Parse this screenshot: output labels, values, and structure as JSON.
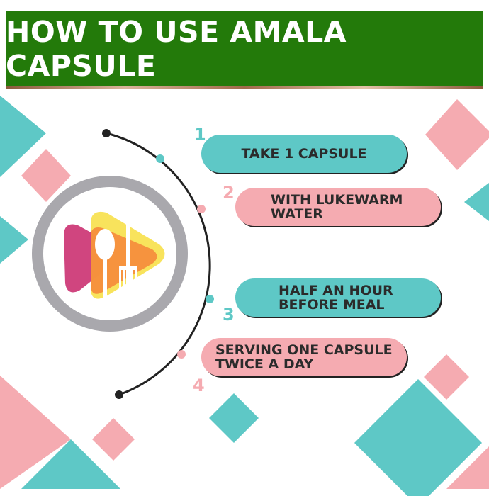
{
  "title": "HOW TO USE AMALA CAPSULE",
  "steps": [
    {
      "number": "1",
      "text": "TAKE 1 CAPSULE"
    },
    {
      "number": "2",
      "line1": "WITH LUKEWARM",
      "line2": "WATER"
    },
    {
      "number": "3",
      "line1": "HALF AN HOUR",
      "line2": "BEFORE MEAL"
    },
    {
      "number": "4",
      "line1": "SERVING ONE CAPSULE",
      "line2": "TWICE A DAY"
    }
  ],
  "colors": {
    "green": "#237a0a",
    "teal": "#5ec8c6",
    "pink": "#f5abb1"
  }
}
